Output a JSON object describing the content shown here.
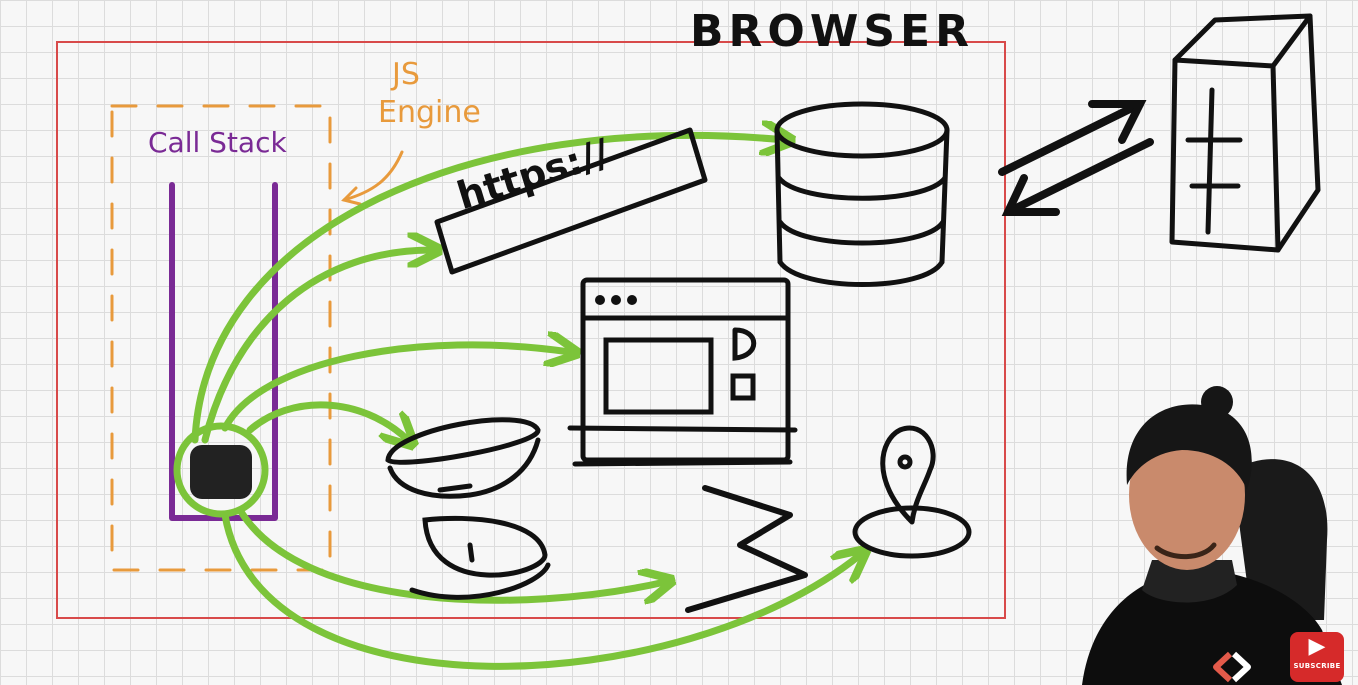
{
  "browser": {
    "title": "BROWSER"
  },
  "engine": {
    "line1": "JS",
    "line2": "Engine"
  },
  "call_stack": {
    "title": "Call Stack"
  },
  "url_box": {
    "text": "https://"
  },
  "subscribe_badge": {
    "icon": "play-icon",
    "text": "SUBSCRIBE"
  },
  "colors": {
    "browser_border": "#d84a4a",
    "engine_dash": "#e89a3c",
    "call_stack": "#7a2a95",
    "arrows": "#7cc43a",
    "ink": "#111111"
  }
}
